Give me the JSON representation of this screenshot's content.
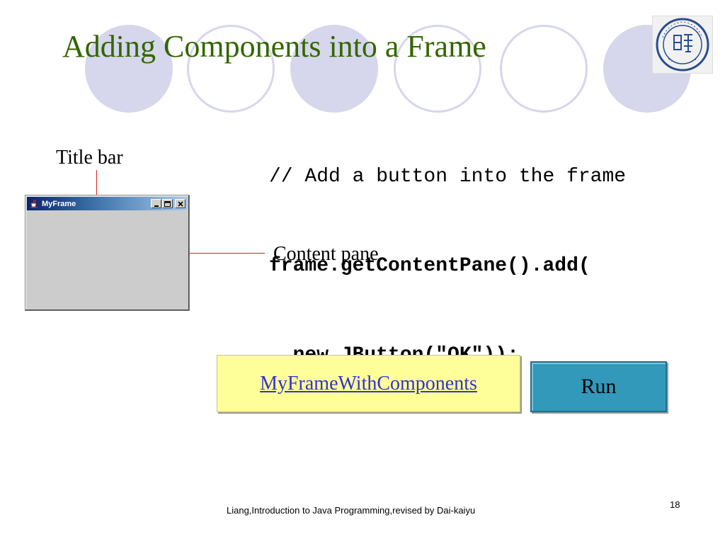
{
  "slide": {
    "title": "Adding Components into a Frame",
    "page_number": "18",
    "footer": "Liang,Introduction to Java Programming,revised by Dai-kaiyu"
  },
  "code": {
    "comment": "// Add a button into the frame",
    "line1": "frame.getContentPane().add(",
    "line2": "  new JButton(\"OK\"));"
  },
  "labels": {
    "title_bar": "Title bar",
    "content_pane": "Content pane"
  },
  "frame_window": {
    "title": "MyFrame",
    "controls": [
      "minimize",
      "maximize",
      "close"
    ]
  },
  "actions": {
    "link_label": "MyFrameWithComponents",
    "run_label": "Run"
  },
  "colors": {
    "title": "#336600",
    "decor_circle": "#d6d6ec",
    "link_box": "#ffff99",
    "link_text": "#3333cc",
    "run_button": "#3399bb",
    "callout_line": "#e02020"
  }
}
